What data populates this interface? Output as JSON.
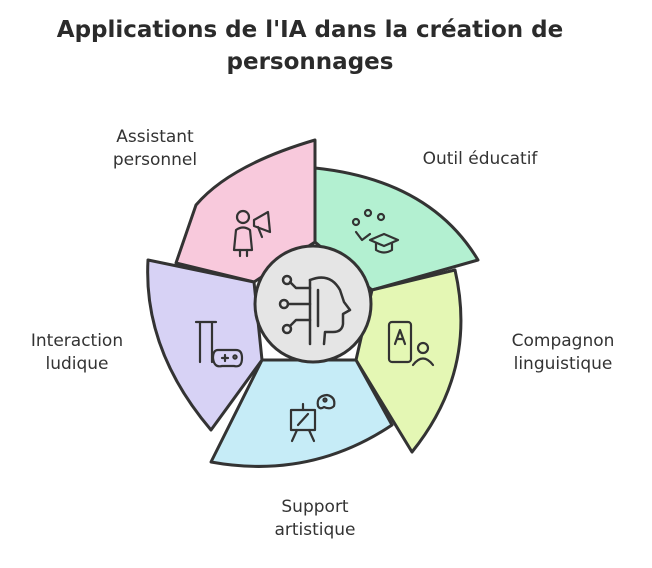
{
  "title_line1": "Applications de l'IA dans la création de",
  "title_line2": "personnages",
  "segments": [
    {
      "line1": "Assistant",
      "line2": "personnel",
      "color": "#f8c9dc",
      "icon": "person-megaphone-icon"
    },
    {
      "line1": "Outil éducatif",
      "line2": "",
      "color": "#b3f0d1",
      "icon": "graduation-cap-icon"
    },
    {
      "line1": "Compagnon",
      "line2": "linguistique",
      "color": "#e4f7b4",
      "icon": "language-book-person-icon"
    },
    {
      "line1": "Support",
      "line2": "artistique",
      "color": "#c6ecf7",
      "icon": "easel-palette-icon"
    },
    {
      "line1": "Interaction",
      "line2": "ludique",
      "color": "#d7d2f5",
      "icon": "gamepad-icon"
    }
  ],
  "center_icon": "ai-head-circuit-icon",
  "outline_color": "#333333"
}
